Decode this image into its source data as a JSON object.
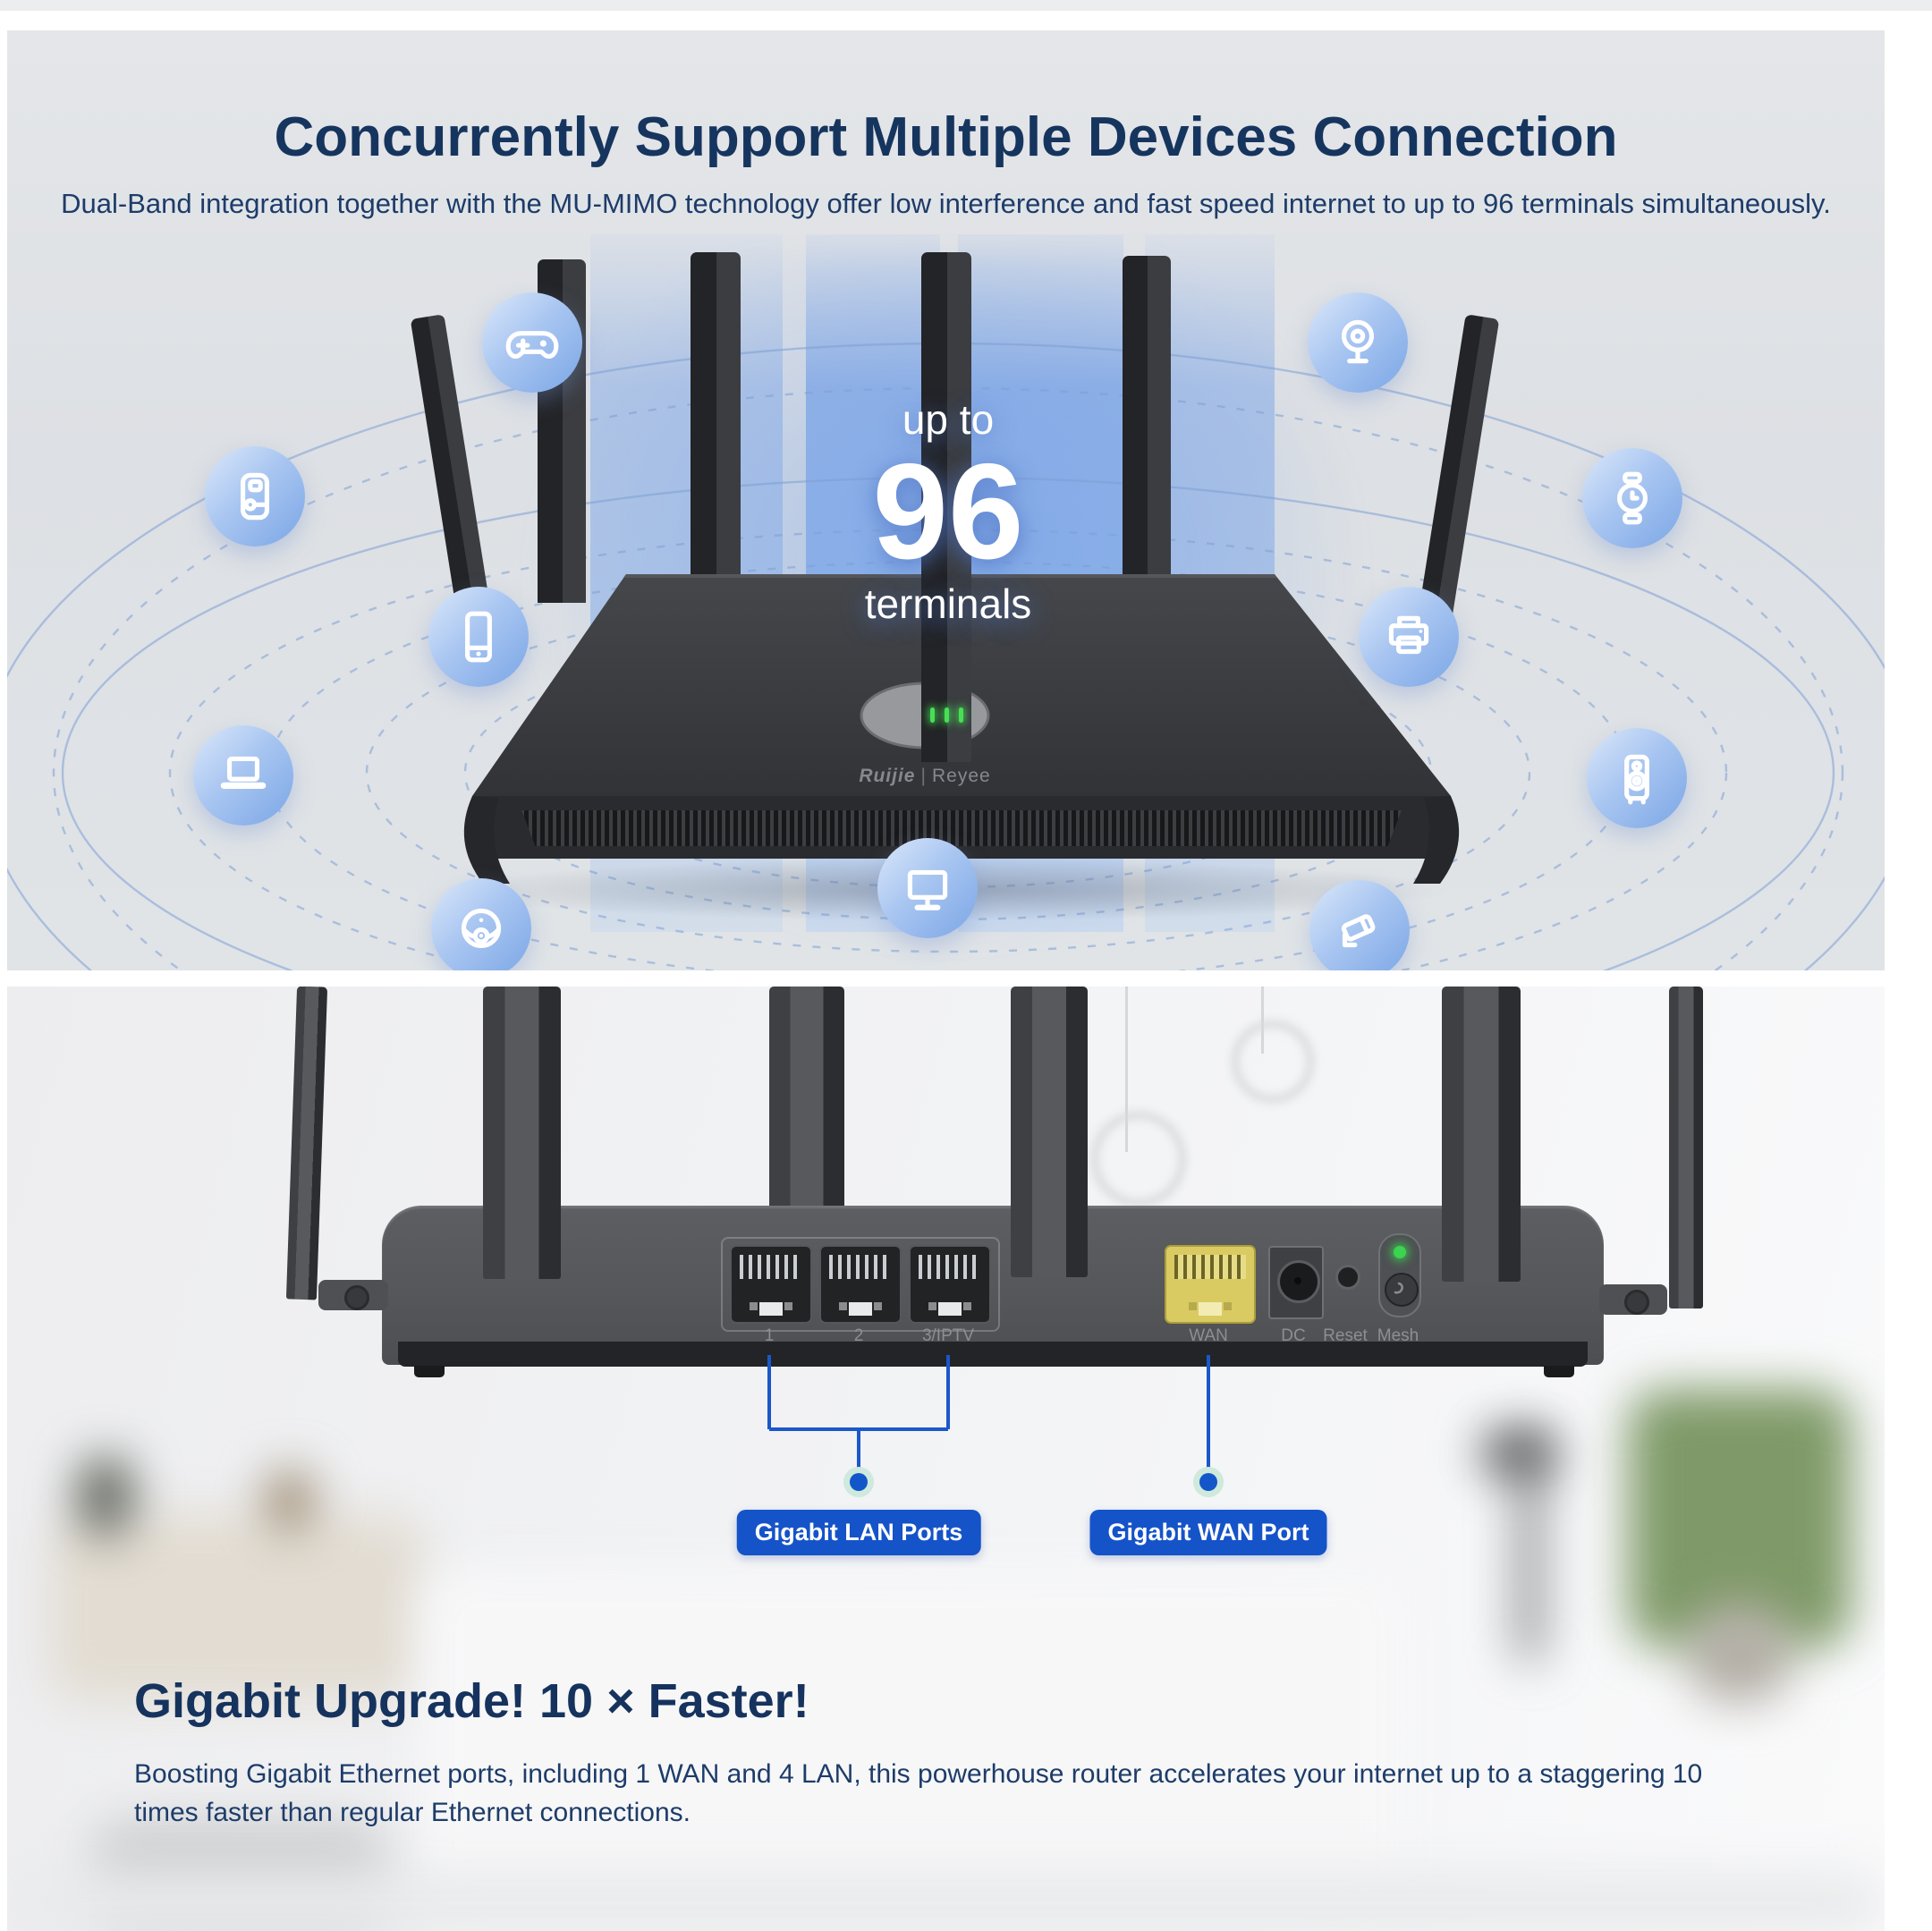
{
  "hero": {
    "title": "Concurrently Support Multiple Devices Connection",
    "subtitle": "Dual-Band integration together with the MU-MIMO technology offer low interference and fast speed internet to up to 96 terminals simultaneously.",
    "highlight": {
      "prefix": "up to",
      "number": "96",
      "suffix": "terminals"
    },
    "brand": {
      "primary": "Ruijie",
      "separator": "|",
      "secondary": "Reyee"
    },
    "device_icons": [
      "game-controller",
      "webcam",
      "smart-lock",
      "smartwatch",
      "smartphone",
      "printer",
      "laptop",
      "speaker",
      "robot-vacuum",
      "monitor",
      "security-camera"
    ]
  },
  "backpanel": {
    "port_labels": [
      "1",
      "2",
      "3/IPTV",
      "WAN",
      "DC",
      "Reset",
      "Mesh"
    ],
    "callouts": {
      "lan": "Gigabit LAN Ports",
      "wan": "Gigabit WAN Port"
    }
  },
  "upgrade": {
    "heading": "Gigabit Upgrade!  10 × Faster!",
    "body": "Boosting Gigabit Ethernet ports, including 1 WAN and 4 LAN, this powerhouse router accelerates your internet up to a staggering 10 times faster than regular Ethernet connections."
  },
  "colors": {
    "heading_navy": "#16355E",
    "callout_blue": "#1553C8",
    "led_green": "#3BD34F",
    "wan_yellow": "#D9CB62",
    "beam_blue": "#7EA8E9"
  }
}
